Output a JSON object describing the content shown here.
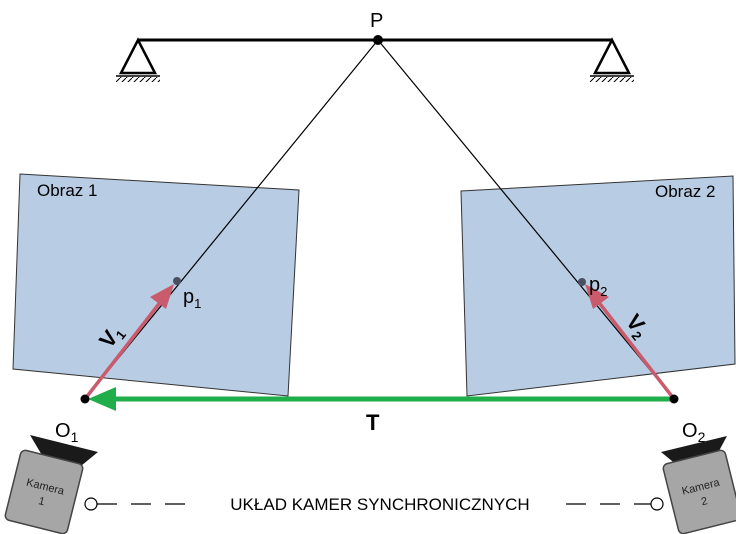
{
  "labels": {
    "point_P": "P",
    "image1": "Obraz 1",
    "image2": "Obraz 2",
    "p1": "p",
    "p1_sub": "1",
    "p2": "p",
    "p2_sub": "2",
    "v1": "V",
    "v1_sub": "1",
    "v2": "V",
    "v2_sub": "2",
    "o1": "O",
    "o1_sub": "1",
    "o2": "O",
    "o2_sub": "2",
    "translation": "T",
    "camera1_line1": "Kamera",
    "camera1_line2": "1",
    "camera2_line1": "Kamera",
    "camera2_line2": "2",
    "rig": "UKŁAD KAMER SYNCHRONICZNYCH"
  },
  "colors": {
    "image_fill": "#b8cce4",
    "translation_arrow": "#1fae49",
    "ray_vector": "#c95b6c",
    "baseline_red": "#e02020",
    "camera_body": "#a6a6a6"
  }
}
